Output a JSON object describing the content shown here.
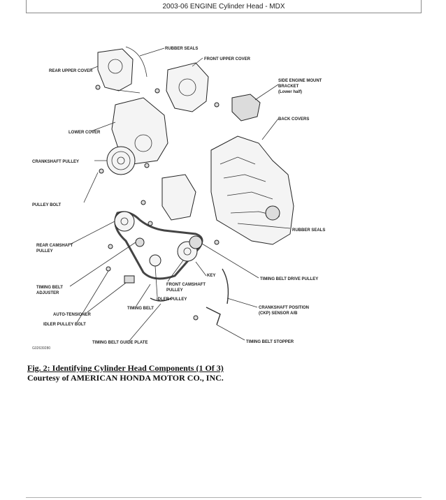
{
  "header": {
    "title": "2003-06 ENGINE Cylinder Head - MDX"
  },
  "figure": {
    "labels": {
      "rubber_seals_top": "RUBBER SEALS",
      "front_upper_cover": "FRONT UPPER COVER",
      "rear_upper_cover": "REAR UPPER COVER",
      "side_mount_1": "SIDE ENGINE MOUNT",
      "side_mount_2": "BRACKET",
      "side_mount_3": "(Lower half)",
      "back_covers": "BACK COVERS",
      "lower_cover": "LOWER COVER",
      "crankshaft_pulley": "CRANKSHAFT PULLEY",
      "pulley_bolt": "PULLEY BOLT",
      "rubber_seals_mid": "RUBBER SEALS",
      "rear_cam_1": "REAR CAMSHAFT",
      "rear_cam_2": "PULLEY",
      "key": "KEY",
      "timing_belt_drive_pulley": "TIMING BELT DRIVE PULLEY",
      "adjuster_1": "TIMING BELT",
      "adjuster_2": "ADJUSTER",
      "front_cam_1": "FRONT CAMSHAFT",
      "front_cam_2": "PULLEY",
      "idler_pulley": "IDLER PULLEY",
      "timing_belt": "TIMING BELT",
      "auto_tensioner": "AUTO-TENSIONER",
      "ckp_1": "CRANKSHAFT POSITION",
      "ckp_2": "(CKP) SENSOR A/B",
      "idler_pulley_bolt": "IDLER PULLEY BOLT",
      "timing_belt_stopper": "TIMING BELT STOPPER",
      "guide_plate": "TIMING BELT GUIDE PLATE",
      "figure_number": "G02639280"
    }
  },
  "caption": {
    "line1": "Fig. 2: Identifying Cylinder Head Components (1 Of 3)",
    "line2": "Courtesy of AMERICAN HONDA MOTOR CO., INC."
  }
}
